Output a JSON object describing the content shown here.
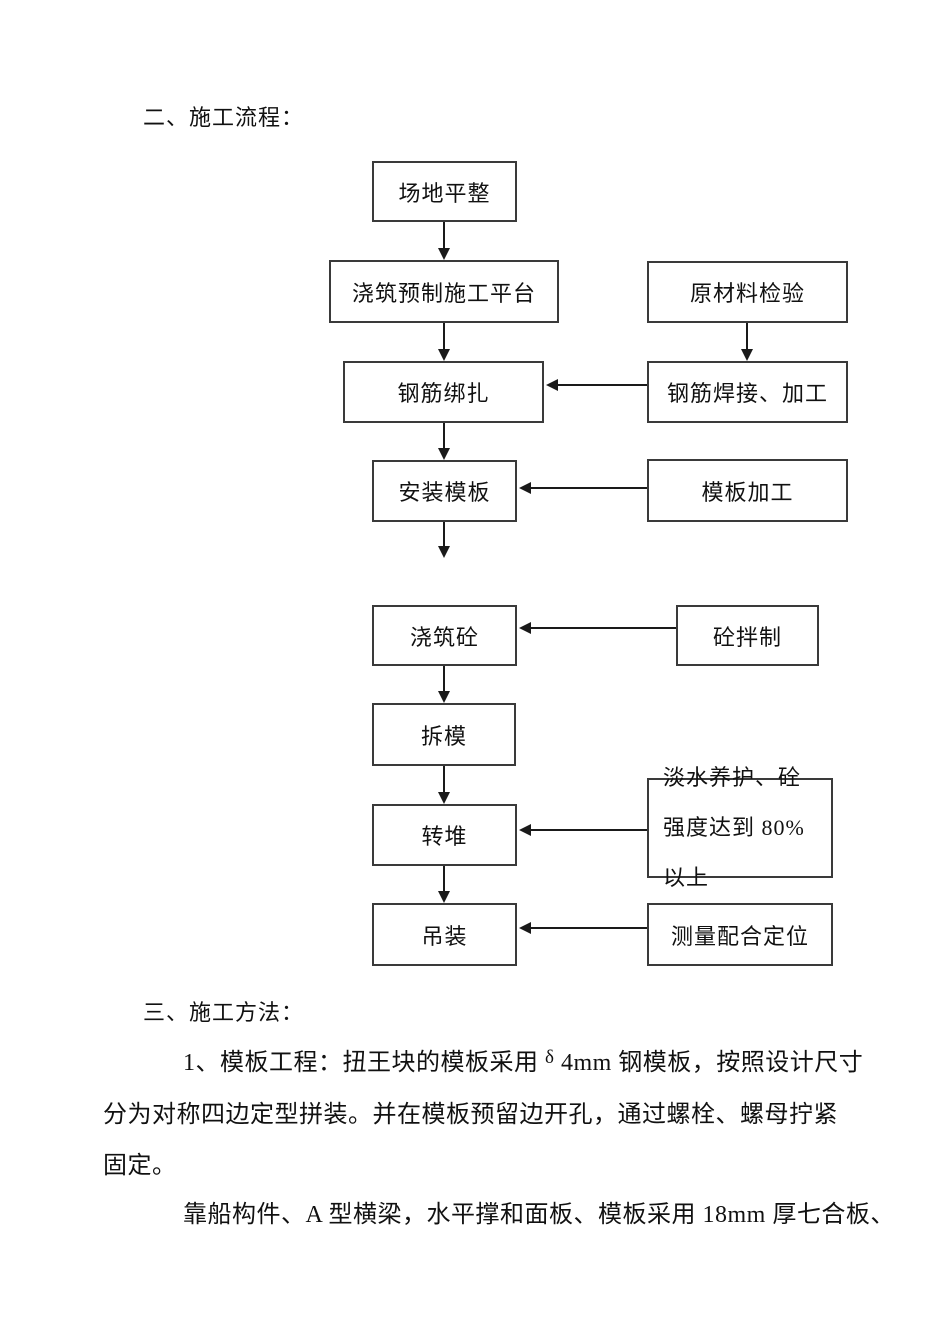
{
  "document": {
    "heading_process": "二、施工流程：",
    "heading_method": "三、施工方法：",
    "para1_line1_prefix": "1、模板工程：扭王块的模板采用 ",
    "para1_delta": "δ",
    "para1_line1_suffix": " 4mm 钢模板，按照设计尺寸",
    "para1_line2": "分为对称四边定型拼装。并在模板预留边开孔，通过螺栓、螺母拧紧",
    "para1_line3": "固定。",
    "para2_line1": "靠船构件、A 型横梁，水平撑和面板、模板采用 18mm 厚七合板、"
  },
  "flowchart": {
    "boxes": [
      {
        "id": "site-leveling",
        "label": "场地平整"
      },
      {
        "id": "pour-precast-platform",
        "label": "浇筑预制施工平台"
      },
      {
        "id": "rebar-binding",
        "label": "钢筋绑扎"
      },
      {
        "id": "install-formwork",
        "label": "安装模板"
      },
      {
        "id": "pour-concrete",
        "label": "浇筑砼"
      },
      {
        "id": "remove-formwork",
        "label": "拆模"
      },
      {
        "id": "transfer-stack",
        "label": "转堆"
      },
      {
        "id": "hoisting",
        "label": "吊装"
      },
      {
        "id": "raw-material-inspection",
        "label": "原材料检验"
      },
      {
        "id": "rebar-welding-processing",
        "label": "钢筋焊接、加工"
      },
      {
        "id": "formwork-processing",
        "label": "模板加工"
      },
      {
        "id": "concrete-mixing",
        "label": "砼拌制"
      },
      {
        "id": "freshwater-curing-strength",
        "label": "淡水养护、砼强度达到 80%以上"
      },
      {
        "id": "survey-positioning",
        "label": "测量配合定位"
      }
    ]
  },
  "colors": {
    "background": "#ffffff",
    "text": "#111111",
    "box_border": "#3a3a3a",
    "arrow": "#1a1a1a"
  }
}
